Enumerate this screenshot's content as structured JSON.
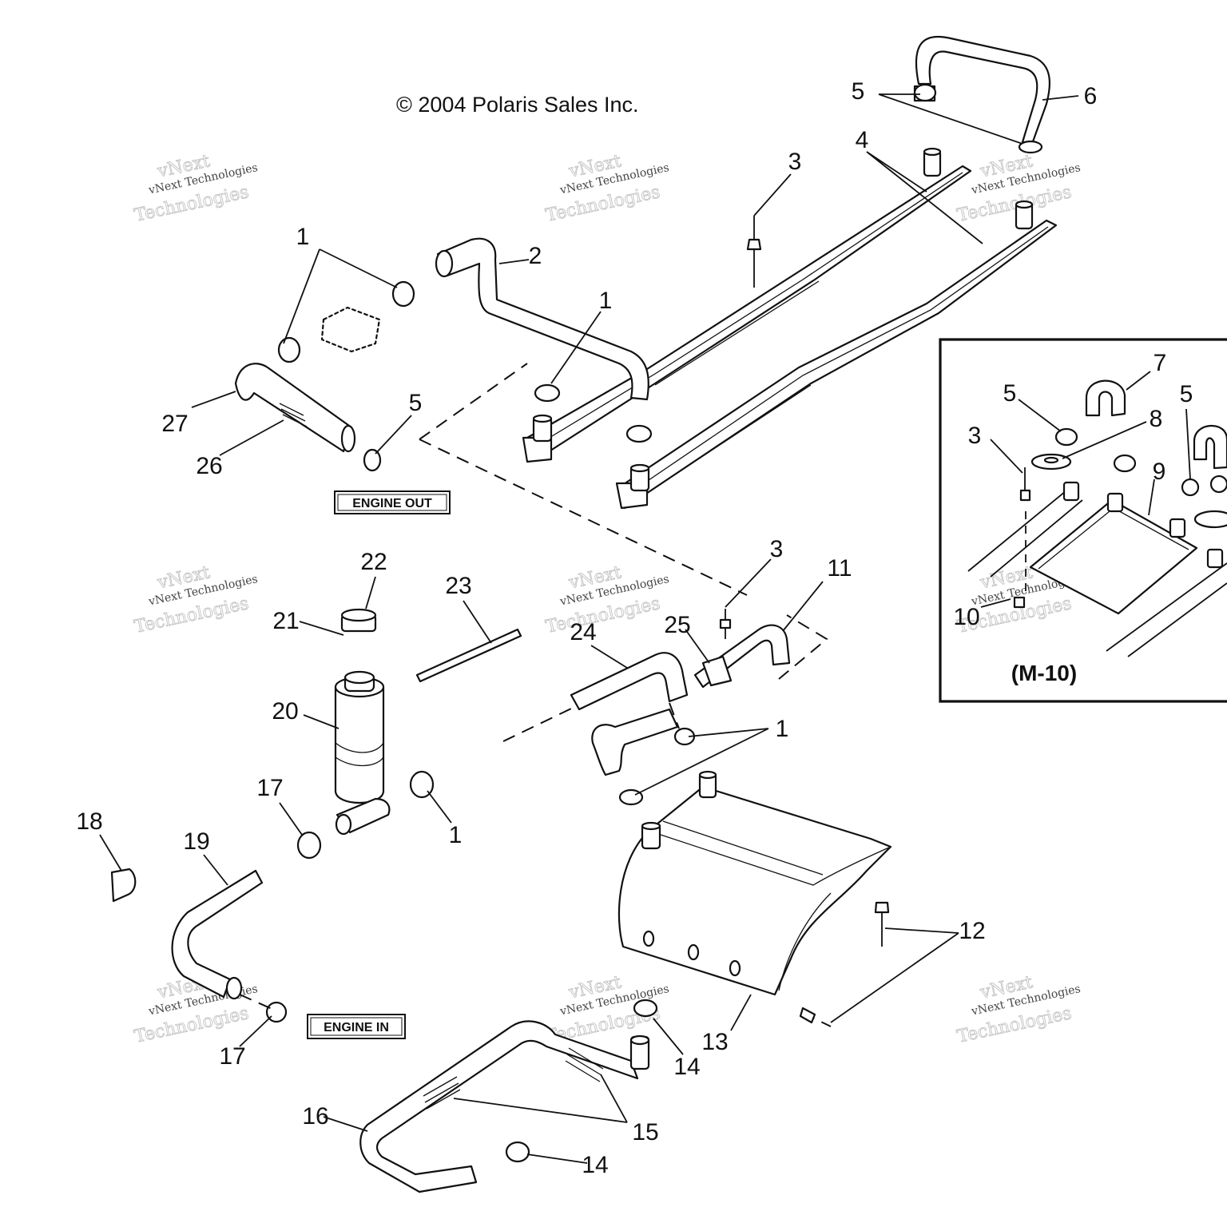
{
  "copyright": "© 2004 Polaris Sales Inc.",
  "labels": {
    "engine_out": "ENGINE OUT",
    "engine_in": "ENGINE IN",
    "inset_caption": "(M-10)"
  },
  "watermark": {
    "brand": "vNext",
    "line1": "vNext Technologies",
    "line2": "Technologies"
  },
  "callouts": {
    "c1a": "1",
    "c1b": "1",
    "c1c": "1",
    "c1d": "1",
    "c2": "2",
    "c3a": "3",
    "c3b": "3",
    "c3c": "3",
    "c4": "4",
    "c5a": "5",
    "c5b": "5",
    "c5c": "5",
    "c5d": "5",
    "c6": "6",
    "c7": "7",
    "c8": "8",
    "c9": "9",
    "c10": "10",
    "c11": "11",
    "c12": "12",
    "c13": "13",
    "c14a": "14",
    "c14b": "14",
    "c15": "15",
    "c16": "16",
    "c17a": "17",
    "c17b": "17",
    "c18": "18",
    "c19": "19",
    "c20": "20",
    "c21": "21",
    "c22": "22",
    "c23": "23",
    "c24": "24",
    "c25": "25",
    "c26": "26",
    "c27": "27"
  }
}
